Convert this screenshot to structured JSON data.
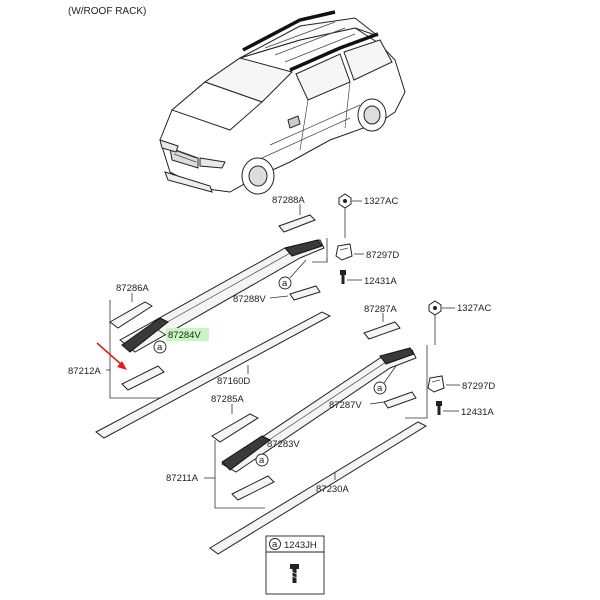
{
  "heading": "(W/ROOF RACK)",
  "highlight_color": "#c8f5c0",
  "arrow_color": "#e02020",
  "callout_marker": "a",
  "labels": {
    "p87288A": "87288A",
    "p1327AC_top": "1327AC",
    "p87297D_top": "87297D",
    "p12431A_top": "12431A",
    "p87286A": "87286A",
    "p87288V": "87288V",
    "p87284V": "87284V",
    "p87212A": "87212A",
    "p87160D": "87160D",
    "p87287A": "87287A",
    "p1327AC_bot": "1327AC",
    "p87297D_bot": "87297D",
    "p87285A": "87285A",
    "p87287V": "87287V",
    "p12431A_bot": "12431A",
    "p87283V": "87283V",
    "p87211A": "87211A",
    "p87230A": "87230A",
    "p1243JH": "1243JH"
  },
  "icons": [
    "car-illustration",
    "roof-rail-part",
    "bolt-icon",
    "clip-icon",
    "screw-icon",
    "arrow-icon"
  ]
}
